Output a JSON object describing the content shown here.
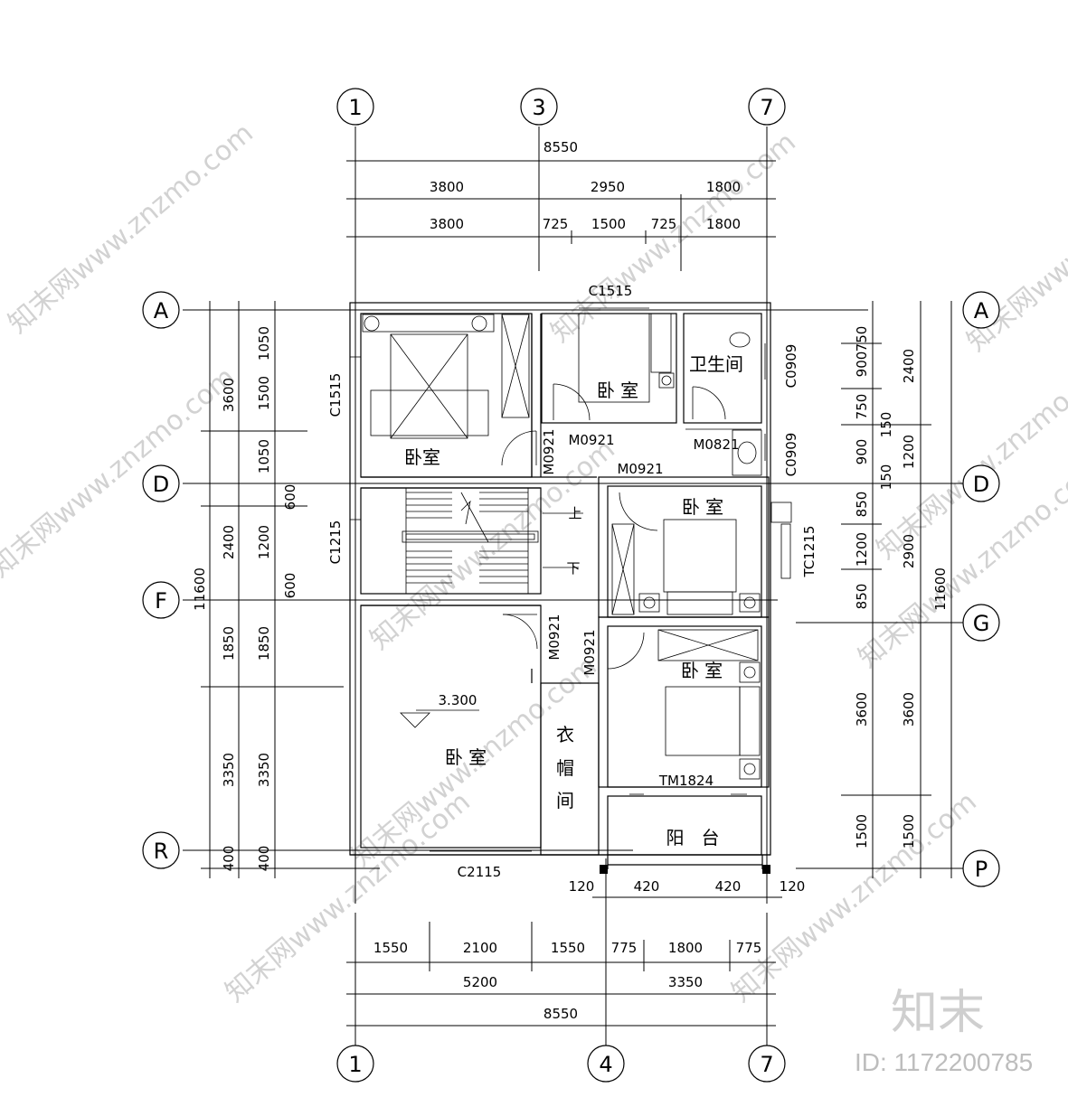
{
  "axes": {
    "top": [
      "1",
      "3",
      "7"
    ],
    "bottom": [
      "1",
      "4",
      "7"
    ],
    "left": [
      "A",
      "D",
      "F",
      "R"
    ],
    "right": [
      "A",
      "D",
      "G",
      "P"
    ]
  },
  "dims_top": {
    "total": "8550",
    "row2": [
      "3800",
      "2950",
      "1800"
    ],
    "row3": [
      "3800",
      "725",
      "1500",
      "725",
      "1800"
    ]
  },
  "dims_bottom": {
    "row1": [
      "1550",
      "2100",
      "1550",
      "775",
      "1800",
      "775"
    ],
    "row2": [
      "5200",
      "3350"
    ],
    "total": "8550",
    "small": [
      "120",
      "420",
      "420",
      "120"
    ]
  },
  "dims_left": {
    "inner": [
      "1050",
      "1500",
      "1050",
      "600",
      "1200",
      "600",
      "1850",
      "3350",
      "400"
    ],
    "middle": [
      "3600",
      "2400",
      "1850",
      "3350",
      "400"
    ],
    "total": "11600"
  },
  "dims_right": {
    "inner": [
      "750",
      "900",
      "750",
      "150",
      "900",
      "150",
      "850",
      "1200",
      "850",
      "3600",
      "1500"
    ],
    "middle": [
      "2400",
      "1200",
      "2900",
      "3600",
      "1500"
    ],
    "total": "11600"
  },
  "labels": {
    "windows_doors": [
      "C1515",
      "C1515",
      "C0909",
      "C0909",
      "M0921",
      "M0821",
      "M0921",
      "M0921",
      "C1215",
      "TC1215",
      "M0921",
      "M0921",
      "TM1824",
      "C2115"
    ],
    "elevation": "3.300",
    "stairs_up": "上",
    "stairs_down": "下"
  },
  "rooms": {
    "master_bedroom": "卧室",
    "bedroom_top": "卧 室",
    "bathroom": "卫生间",
    "bedroom_mid": "卧 室",
    "bedroom_right": "卧 室",
    "bedroom_large": "卧 室",
    "cloakroom": [
      "衣",
      "帽",
      "间"
    ],
    "balcony": "阳   台"
  },
  "watermark": {
    "text": "知末网www.znzmo.com",
    "brand": "知末",
    "id": "ID: 1172200785"
  }
}
